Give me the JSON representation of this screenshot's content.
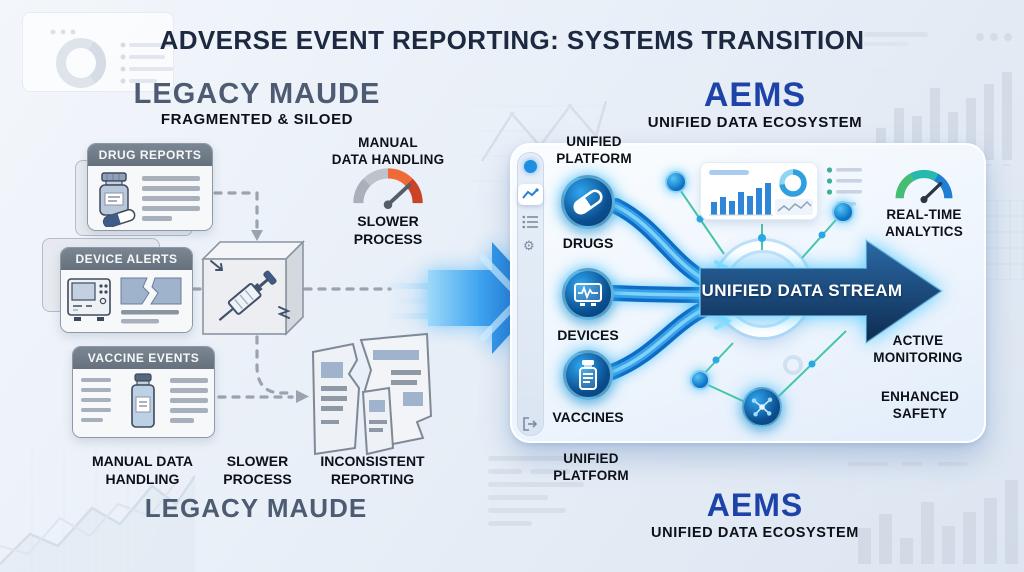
{
  "title": "ADVERSE EVENT REPORTING: SYSTEMS TRANSITION",
  "legacy": {
    "heading": "LEGACY MAUDE",
    "subheading": "FRAGMENTED & SILOED",
    "cards": [
      {
        "title": "DRUG REPORTS"
      },
      {
        "title": "DEVICE ALERTS"
      },
      {
        "title": "VACCINE EVENTS"
      }
    ],
    "gauge": {
      "top_label": "MANUAL\nDATA HANDLING",
      "bottom_label": "SLOWER\nPROCESS"
    },
    "drawbacks": [
      {
        "label": "MANUAL DATA\nHANDLING"
      },
      {
        "label": "SLOWER\nPROCESS"
      },
      {
        "label": "INCONSISTENT\nREPORTING"
      }
    ],
    "footer_heading": "LEGACY MAUDE"
  },
  "aems": {
    "heading": "AEMS",
    "subheading": "UNIFIED DATA ECOSYSTEM",
    "platform_label": "UNIFIED\nPLATFORM",
    "inputs": [
      {
        "label": "DRUGS"
      },
      {
        "label": "DEVICES"
      },
      {
        "label": "VACCINES"
      }
    ],
    "stream_label": "UNIFIED DATA STREAM",
    "benefits": [
      {
        "label": "REAL-TIME\nANALYTICS"
      },
      {
        "label": "ACTIVE\nMONITORING"
      },
      {
        "label": "ENHANCED\nSAFETY"
      }
    ],
    "platform_label_bottom": "UNIFIED\nPLATFORM",
    "footer_heading": "AEMS",
    "footer_subheading": "UNIFIED DATA ECOSYSTEM"
  },
  "icons": {
    "gear": "⚙"
  },
  "colors": {
    "background": "#e9eff7",
    "title_navy": "#1c2940",
    "legacy_slate": "#4d5c72",
    "label_black": "#0d1117",
    "card_header_gray": "#6c7682",
    "aems_blue": "#1d43a8",
    "stream_navy": "#14365f",
    "pipe_blue": "#1788de",
    "glow_cyan": "#4fc3f7",
    "network_teal": "#3fc3a5",
    "warning_orange": "#ef6a35",
    "warning_red": "#cb4226",
    "ok_green": "#45bd72"
  }
}
